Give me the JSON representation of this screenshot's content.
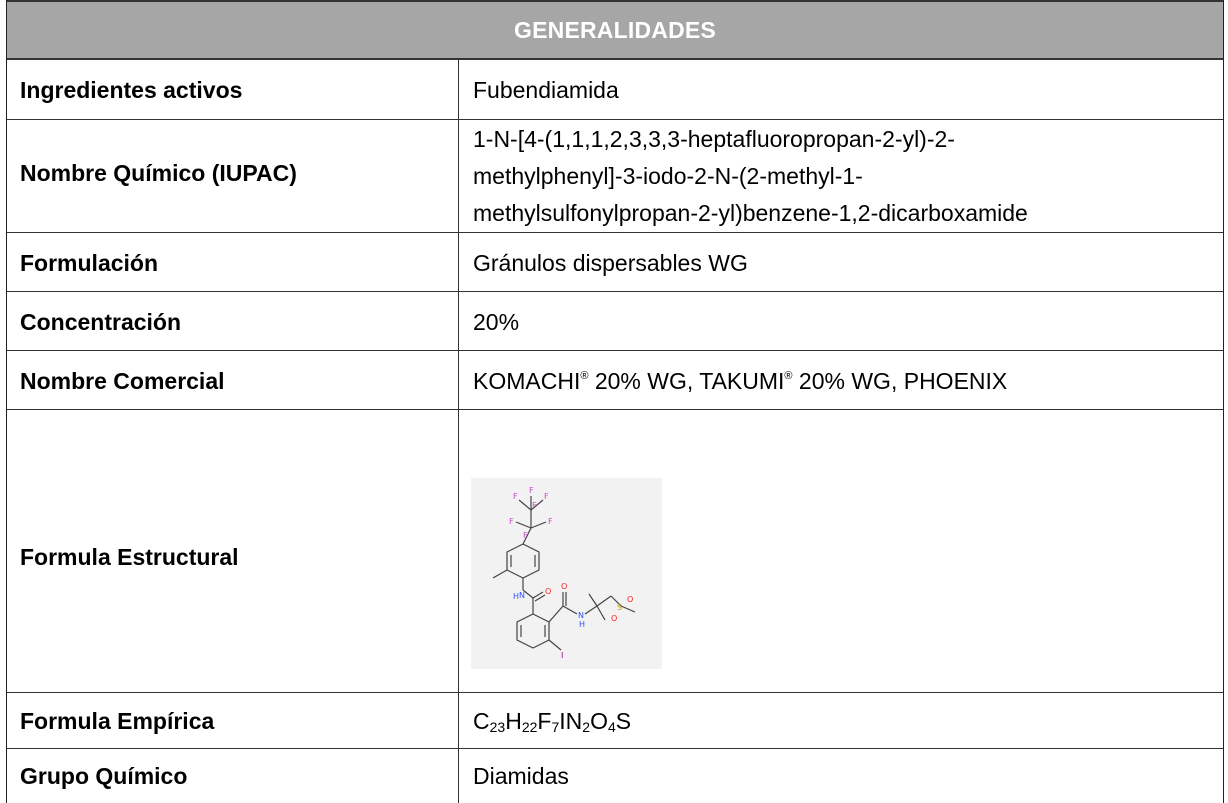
{
  "header": {
    "title": "GENERALIDADES"
  },
  "rows": [
    {
      "label": "Ingredientes activos",
      "value": "Fubendiamida"
    },
    {
      "label": "Nombre Químico (IUPAC)",
      "lines": [
        "1-N-[4-(1,1,1,2,3,3,3-heptafluoropropan-2-yl)-2-",
        "methylphenyl]-3-iodo-2-N-(2-methyl-1-",
        "methylsulfonylpropan-2-yl)benzene-1,2-dicarboxamide"
      ]
    },
    {
      "label": "Formulación",
      "value": "Gránulos dispersables WG"
    },
    {
      "label": "Concentración",
      "value": "20%"
    },
    {
      "label": "Nombre Comercial",
      "parts": [
        "KOMACHI",
        "®",
        " 20% WG, TAKUMI",
        "®",
        " 20% WG, PHOENIX"
      ]
    },
    {
      "label": "Formula Estructural"
    },
    {
      "label": "Formula Empírica",
      "formula": [
        "C",
        "23",
        "H",
        "22",
        "F",
        "7",
        "IN",
        "2",
        "O",
        "4",
        "S"
      ]
    },
    {
      "label": "Grupo Químico",
      "value": "Diamidas"
    }
  ],
  "structure_atoms": {
    "F1": "F",
    "F2": "F",
    "F3": "F",
    "F4": "F",
    "F5": "F",
    "F6": "F",
    "F7": "F",
    "N1": "N",
    "H1": "H",
    "O1": "O",
    "O2": "O",
    "N2": "N",
    "H2": "H",
    "S": "S",
    "O3": "O",
    "O4": "O",
    "I": "I"
  },
  "colors": {
    "header_bg": "#a6a6a6",
    "header_text": "#ffffff",
    "F": "#cc44cc",
    "N": "#3050f8",
    "O": "#ff2020",
    "S": "#c8a800",
    "I": "#940094"
  }
}
